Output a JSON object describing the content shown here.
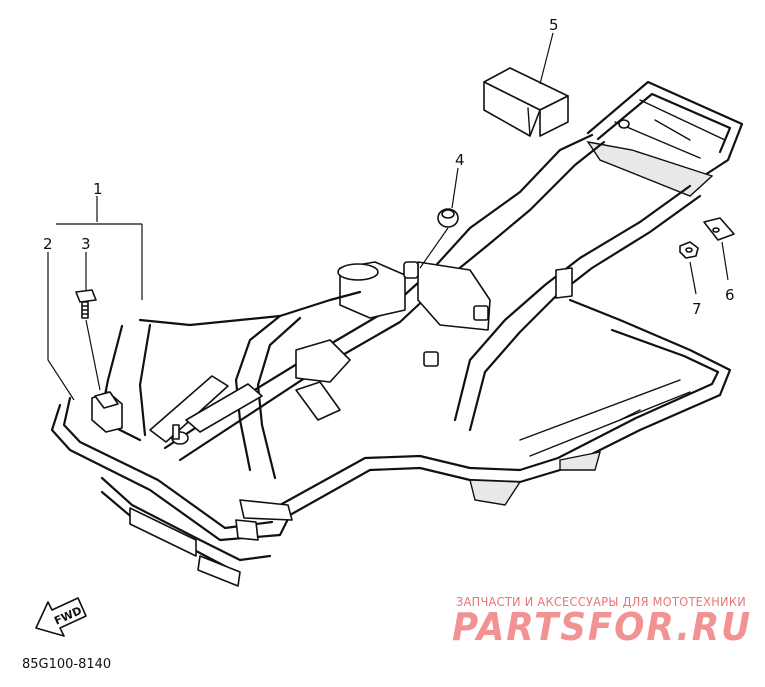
{
  "callouts": [
    {
      "number": "1"
    },
    {
      "number": "2"
    },
    {
      "number": "3"
    },
    {
      "number": "4"
    },
    {
      "number": "5"
    },
    {
      "number": "6"
    },
    {
      "number": "7"
    }
  ],
  "direction_arrow": {
    "label": "FWD"
  },
  "drawing_code": "85G100-8140",
  "watermark": {
    "tagline": "ЗАПЧАСТИ И АКСЕССУАРЫ ДЛЯ МОТОТЕХНИКИ",
    "logo": "PARTSFOR.RU",
    "color": "#f08080"
  }
}
